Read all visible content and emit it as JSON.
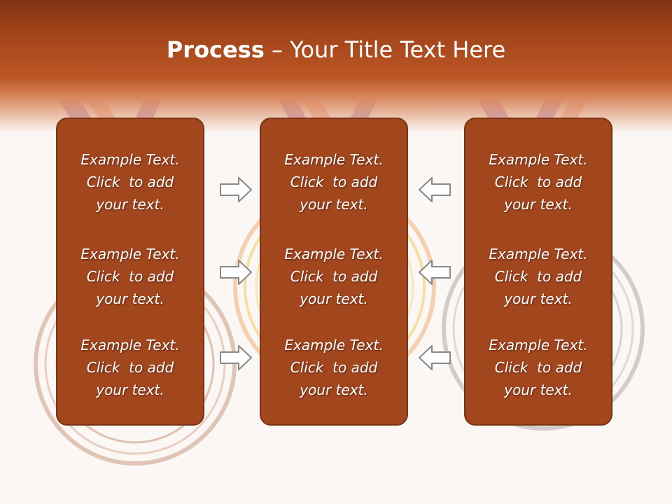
{
  "title": {
    "bold": "Process",
    "rest": " – Your Title Text Here"
  },
  "columns": [
    {
      "items": [
        {
          "lines": [
            "Example Text.",
            "Click  to add",
            "your text."
          ]
        },
        {
          "lines": [
            "Example Text.",
            "Click  to add",
            "your text."
          ]
        },
        {
          "lines": [
            "Example Text.",
            "Click  to add",
            "your text."
          ]
        }
      ]
    },
    {
      "items": [
        {
          "lines": [
            "Example Text.",
            "Click  to add",
            "your text."
          ]
        },
        {
          "lines": [
            "Example Text.",
            "Click  to add",
            "your text."
          ]
        },
        {
          "lines": [
            "Example Text.",
            "Click  to add",
            "your text."
          ]
        }
      ]
    },
    {
      "items": [
        {
          "lines": [
            "Example Text.",
            "Click  to add",
            "your text."
          ]
        },
        {
          "lines": [
            "Example Text.",
            "Click  to add",
            "your text."
          ]
        },
        {
          "lines": [
            "Example Text.",
            "Click  to add",
            "your text."
          ]
        }
      ]
    }
  ],
  "arrows": {
    "left": {
      "direction": "right",
      "icon": "arrow-right-icon",
      "count": 3
    },
    "right": {
      "direction": "left",
      "icon": "arrow-left-icon",
      "count": 3
    }
  },
  "colors": {
    "header": "#b04d20",
    "box_fill": "#a2461e",
    "box_border": "#7a3312",
    "text": "#ffffff",
    "background": "#fbf7f4",
    "arrow_fill": "#ffffff",
    "arrow_stroke": "#888888"
  }
}
